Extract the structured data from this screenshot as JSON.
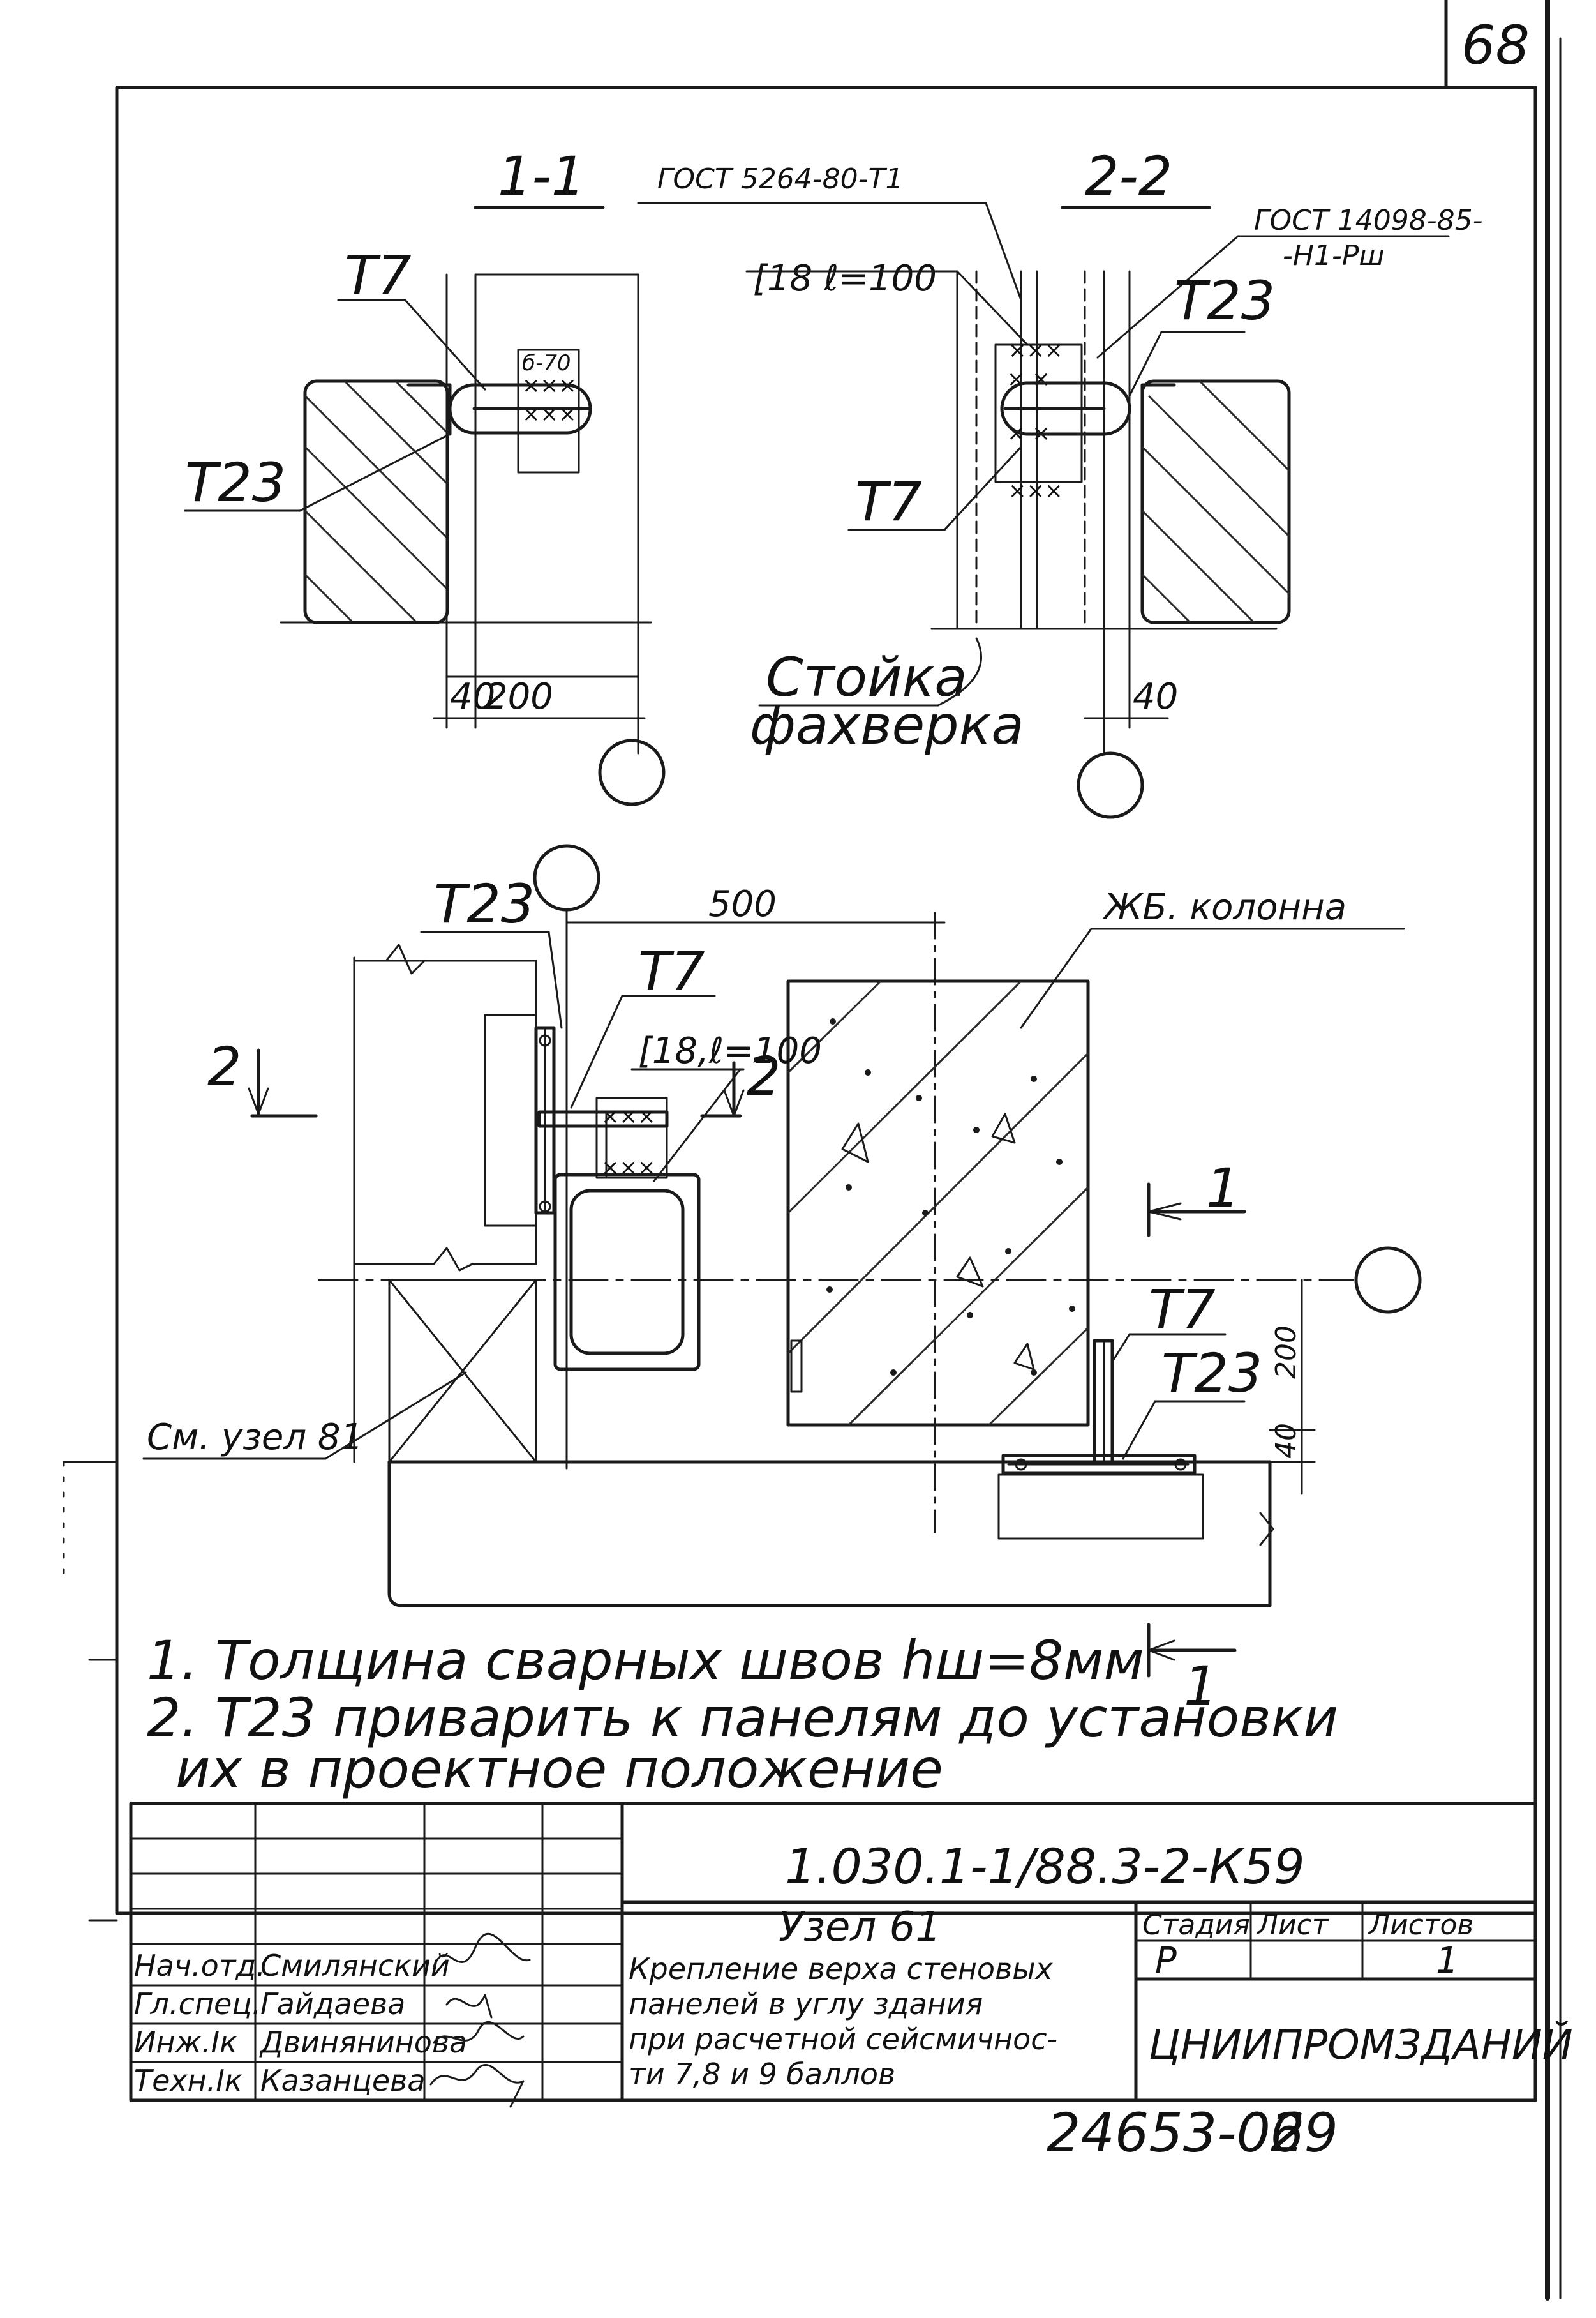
{
  "sheet": {
    "page_number": "68",
    "bottom_number": "24653-02",
    "bottom_page": "69"
  },
  "section_1": {
    "title": "1-1",
    "gost_label": "ГОСТ 5264-80-Т1",
    "plate_mark": "б-70",
    "label_t7": "Т7",
    "label_t23": "Т23",
    "dim_40": "40",
    "dim_200": "200"
  },
  "section_2": {
    "title": "2-2",
    "gost_label_line1": "ГОСТ 14098-85-",
    "gost_label_line2": "-Н1-Рш",
    "channel_label": "[18 ℓ=100",
    "label_t23": "Т23",
    "label_t7": "Т7",
    "post_label_line1": "Стойка",
    "post_label_line2": "фахверка",
    "dim_40": "40"
  },
  "plan": {
    "label_t23_top": "Т23",
    "dim_500": "500",
    "column_label": "ЖБ. колонна",
    "label_t7_top": "Т7",
    "channel_label": "[18,ℓ=100",
    "section_mark_2": "2",
    "section_mark_1": "1",
    "label_t7_right": "Т7",
    "label_t23_right": "Т23",
    "dim_200": "200",
    "dim_40": "40",
    "see_node": "См. узел 81"
  },
  "notes": {
    "line1": "1. Толщина    сварных    швов hш=8мм",
    "line2": "2. Т23  приварить  к  панелям  до  установки",
    "line3": "их  в   проектное    положение"
  },
  "title_block": {
    "doc_code": "1.030.1-1/88.3-2-К59",
    "node_title": "Узел 61",
    "description_lines": [
      "Крепление верха стеновых",
      "панелей в углу здания",
      "при расчетной сейсмичнос-",
      "ти 7,8 и 9 баллов"
    ],
    "col_stage": "Стадия",
    "col_sheet": "Лист",
    "col_sheets": "Листов",
    "stage": "Р",
    "sheets": "1",
    "organization": "ЦНИИПРОМЗДАНИЙ",
    "signatures": [
      {
        "role": "Нач.отд.",
        "name": "Смилянский"
      },
      {
        "role": "Гл.спец.",
        "name": "Гайдаева"
      },
      {
        "role": "Инж.Iк",
        "name": "Двинянинова"
      },
      {
        "role": "Техн.Iк",
        "name": "Казанцева"
      }
    ]
  }
}
